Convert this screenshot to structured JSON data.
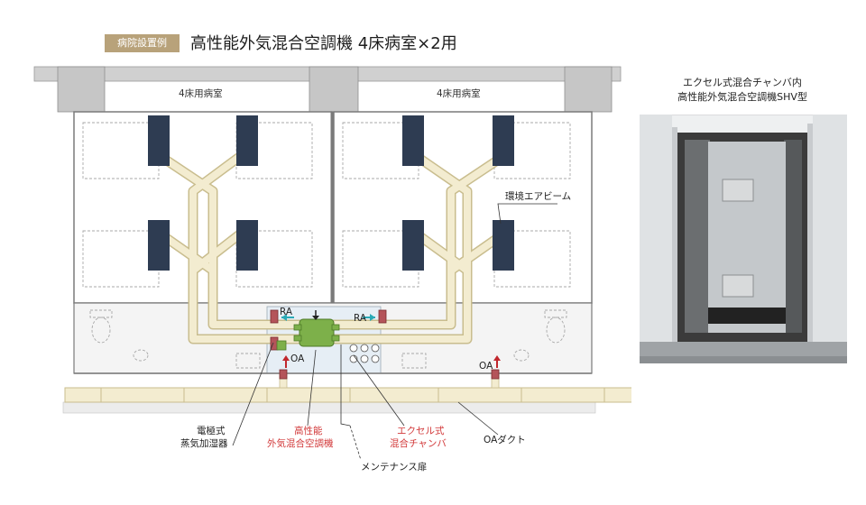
{
  "badge": "病院設置例",
  "title": "高性能外気混合空調機 4床病室×2用",
  "photo": {
    "caption_line1": "エクセル式混合チャンバ内",
    "caption_line2": "高性能外気混合空調機SHV型"
  },
  "rooms": {
    "left_label": "4床用病室",
    "right_label": "4床用病室"
  },
  "callouts": {
    "air_beam": "環境エアビーム",
    "ra_left": "RA",
    "ra_right": "RA",
    "oa_unit": "OA",
    "oa_side": "OA",
    "oa_inlet": "OA",
    "humidifier_line1": "電極式",
    "humidifier_line2": "蒸気加湿器",
    "ahu_line1": "高性能",
    "ahu_line2": "外気混合空調機",
    "chamber_line1": "エクセル式",
    "chamber_line2": "混合チャンバ",
    "oa_duct": "OAダクト",
    "maintenance_door": "メンテナンス扉"
  },
  "colors": {
    "badge": "#b8a27a",
    "duct": "#f3ecd0",
    "duct_outline": "#c9bd8e",
    "ceiling_unit": "#2e3c52",
    "ahu": "#7db04a",
    "highlight_label": "#d2393a",
    "ra_arrow": "#2aa9b6",
    "oa_arrow": "#c1272d",
    "room_fill": "#f2f2f2",
    "chamber_fill": "#e6eef5"
  }
}
